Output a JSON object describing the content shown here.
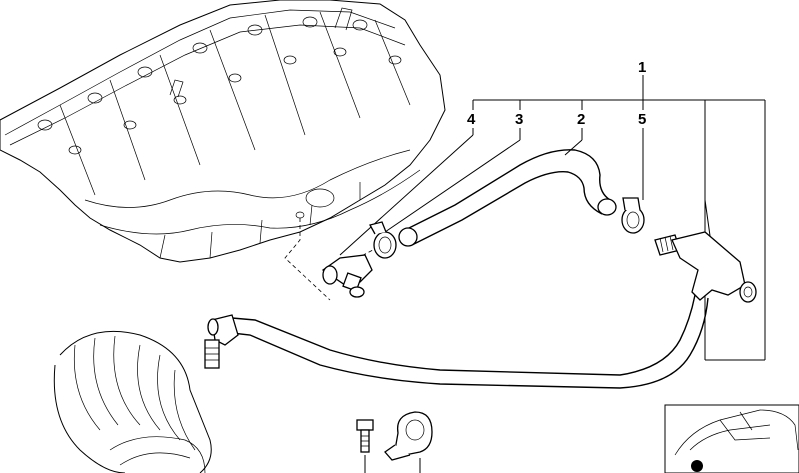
{
  "diagram": {
    "callouts": [
      {
        "id": "c1",
        "label": "1"
      },
      {
        "id": "c2",
        "label": "2"
      },
      {
        "id": "c3",
        "label": "3"
      },
      {
        "id": "c4",
        "label": "4"
      },
      {
        "id": "c5",
        "label": "5"
      }
    ],
    "parts": [
      "intake-manifold",
      "vent-hose",
      "hose-clamp",
      "angle-fitting",
      "vent-line",
      "bolt",
      "pipe-clip",
      "intake-boot",
      "vehicle-locator"
    ]
  }
}
